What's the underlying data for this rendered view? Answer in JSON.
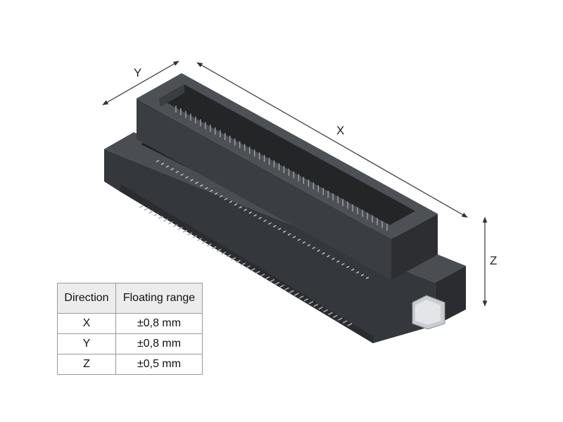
{
  "axes": {
    "x": "X",
    "y": "Y",
    "z": "Z"
  },
  "table": {
    "headers": [
      "Direction",
      "Floating range"
    ],
    "rows": [
      {
        "direction": "X",
        "range": "±0,8 mm"
      },
      {
        "direction": "Y",
        "range": "±0,8 mm"
      },
      {
        "direction": "Z",
        "range": "±0,5 mm"
      }
    ]
  },
  "colors": {
    "body_dark": "#2e3033",
    "body_mid": "#3d4044",
    "body_light": "#4b4f54",
    "pins": "#a8adb2",
    "arrow": "#333333"
  },
  "icons": [
    "board-to-board-connector-illustration",
    "dimension-arrow-x",
    "dimension-arrow-y",
    "dimension-arrow-z"
  ]
}
